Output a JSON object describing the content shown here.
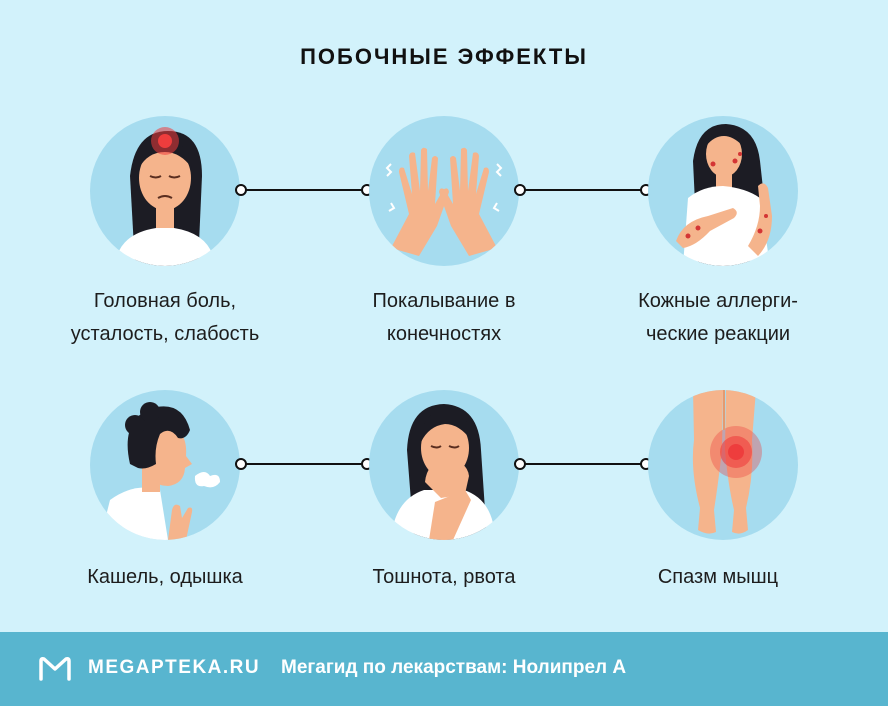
{
  "title": "ПОБОЧНЫЕ ЭФФЕКТЫ",
  "effects": [
    {
      "line1": "Головная боль,",
      "line2": "усталость, слабость",
      "icon": "headache-woman-icon"
    },
    {
      "line1": "Покалывание в",
      "line2": "конечностях",
      "icon": "tingling-hands-icon"
    },
    {
      "line1": "Кожные аллерги-",
      "line2": "ческие реакции",
      "icon": "skin-rash-woman-icon"
    },
    {
      "line1": "Кашель, одышка",
      "line2": "",
      "icon": "coughing-man-icon"
    },
    {
      "line1": "Тошнота, рвота",
      "line2": "",
      "icon": "nauseous-woman-icon"
    },
    {
      "line1": "Спазм мышц",
      "line2": "",
      "icon": "leg-cramp-icon"
    }
  ],
  "footer": {
    "brand": "MEGAPTEKA.RU",
    "tagline": "Мегагид по лекарствам: Нолипрел А"
  },
  "colors": {
    "background": "#d2f2fb",
    "circle": "#a6dcef",
    "footer": "#58b5cf",
    "skin": "#f5b48c",
    "hair": "#1c1c24",
    "pain": "#ee3d3d"
  }
}
